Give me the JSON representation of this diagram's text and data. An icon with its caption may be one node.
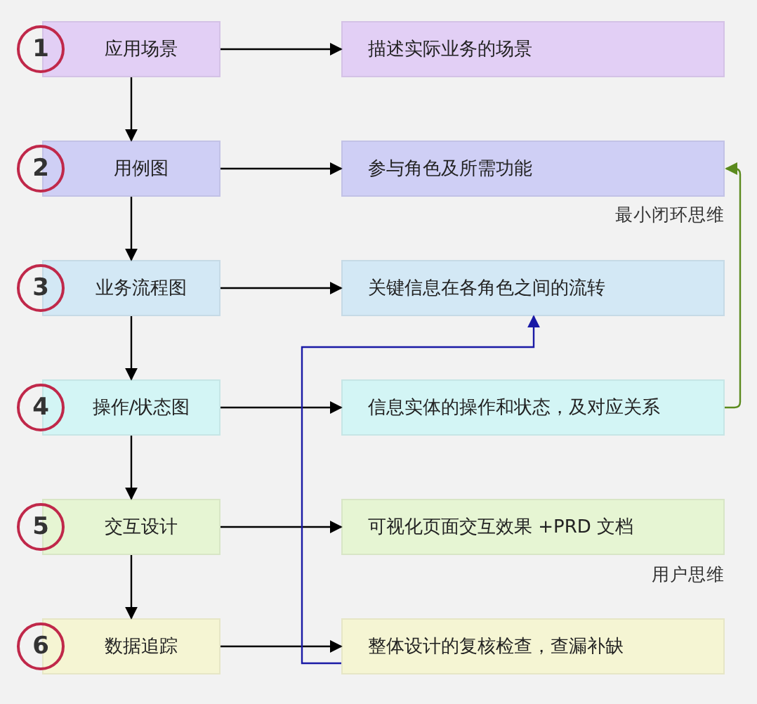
{
  "diagram": {
    "nodes": [
      {
        "text": [
          "1"
        ]
      },
      {
        "text": [
          "应用场景"
        ]
      },
      {
        "text": [
          "描述实际业务的场景"
        ]
      },
      {
        "text": [
          "2"
        ]
      },
      {
        "text": [
          "用例图"
        ]
      },
      {
        "text": [
          "参与角色及所需功能"
        ]
      },
      {
        "text": [
          "3"
        ]
      },
      {
        "text": [
          "业务流程图"
        ]
      },
      {
        "text": [
          "关键信息在各角色之间的流转"
        ]
      },
      {
        "text": [
          "4"
        ]
      },
      {
        "text": [
          "操作/状态图"
        ]
      },
      {
        "text": [
          "信息实体的操作和状态，及对应关系"
        ]
      },
      {
        "text": [
          "5"
        ]
      },
      {
        "text": [
          "交互设计"
        ]
      },
      {
        "text": [
          "可视化页面交互效果 +PRD 文档"
        ]
      },
      {
        "text": [
          "6"
        ]
      },
      {
        "text": [
          "数据追踪"
        ]
      },
      {
        "text": [
          "整体设计的复核检查，查漏补缺"
        ]
      }
    ],
    "edges": [
      {
        "from": 1,
        "to": 2,
        "arrow": "to"
      },
      {
        "from": 1,
        "to": 4,
        "arrow": "to"
      },
      {
        "from": 4,
        "to": 5,
        "arrow": "to"
      },
      {
        "from": 4,
        "to": 7,
        "arrow": "to"
      },
      {
        "from": 7,
        "to": 8,
        "arrow": "to"
      },
      {
        "from": 7,
        "to": 10,
        "arrow": "to"
      },
      {
        "from": 10,
        "to": 11,
        "arrow": "to"
      },
      {
        "from": 10,
        "to": 13,
        "arrow": "to"
      },
      {
        "from": 13,
        "to": 14,
        "arrow": "to"
      },
      {
        "from": 13,
        "to": 16,
        "arrow": "to"
      },
      {
        "from": 16,
        "to": 17,
        "arrow": "to"
      },
      {
        "from": 11,
        "to": 5,
        "arrow": "to",
        "color": "#5b8a1e"
      },
      {
        "from": 17,
        "to": 8,
        "arrow": "to",
        "color": "#1a1aa6"
      }
    ],
    "labels": [
      "最小闭环思维",
      "用户思维"
    ]
  }
}
